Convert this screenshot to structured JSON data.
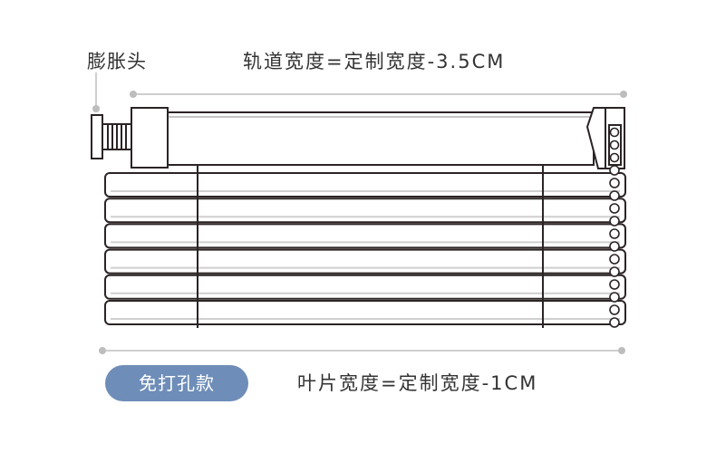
{
  "labels": {
    "expansion_head": "膨胀头",
    "track_width": "轨道宽度=定制宽度-3.5CM",
    "slat_width": "叶片宽度=定制宽度-1CM",
    "no_drill_badge": "免打孔款"
  },
  "colors": {
    "line": "#2b2424",
    "dim_line": "#bdbdbd",
    "badge_bg": "#6e8db8",
    "text": "#333333"
  },
  "slats": {
    "count": 6
  }
}
